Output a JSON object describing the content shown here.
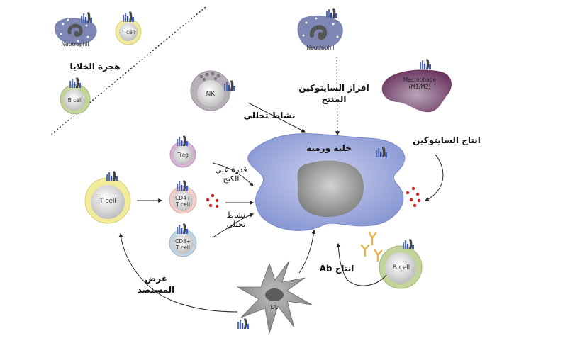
{
  "labels": {
    "tumor_cell": "خلية ورمية",
    "cell_migration": "هجرة الخلايا",
    "cytokine_secretion_1": "افراز السايتوكين",
    "cytokine_secretion_2": "المنتج",
    "lytic_activity_nk": "نشاط تحللي",
    "cytokine_production": "انتاج السايتوكين",
    "suppressive_capacity_1": "قدرة على",
    "suppressive_capacity_2": "الكبح",
    "lytic_activity_t_1": "نشاط",
    "lytic_activity_t_2": "تحللي",
    "ab_production": "انتاج Ab",
    "antigen_presentation_1": "عرض",
    "antigen_presentation_2": "المستضد"
  },
  "cells": {
    "neutrophil_top": "Neutrophil",
    "neutrophil_right": "Neutrophil",
    "t_cell_top": "T cell",
    "b_cell_top": "B cell",
    "nk": "NK",
    "macrophage_1": "Macrophage",
    "macrophage_2": "(M1/M2)",
    "treg": "Treg",
    "cd4_1": "CD4+",
    "cd4_2": "T cell",
    "cd8_1": "CD8+",
    "cd8_2": "T cell",
    "t_cell_main": "T cell",
    "b_cell_main": "B cell",
    "dc": "DC"
  },
  "colors": {
    "tumor": "#8f9fd6",
    "nucleus": "#8c8c8c",
    "neutrophil": "#7e87b4",
    "t_cell_ring": "#f2eb9a",
    "b_cell_ring": "#c3d49b",
    "nk_ring": "#b8b0b8",
    "macrophage": "#7a3d67",
    "treg_ring": "#d5b3d3",
    "cd4_ring": "#f0cdc7",
    "cd8_ring": "#bfd3e0",
    "dc": "#8a8a8a",
    "cytokine_dot": "#cc1f1f",
    "antibody": "#e6b24a"
  }
}
